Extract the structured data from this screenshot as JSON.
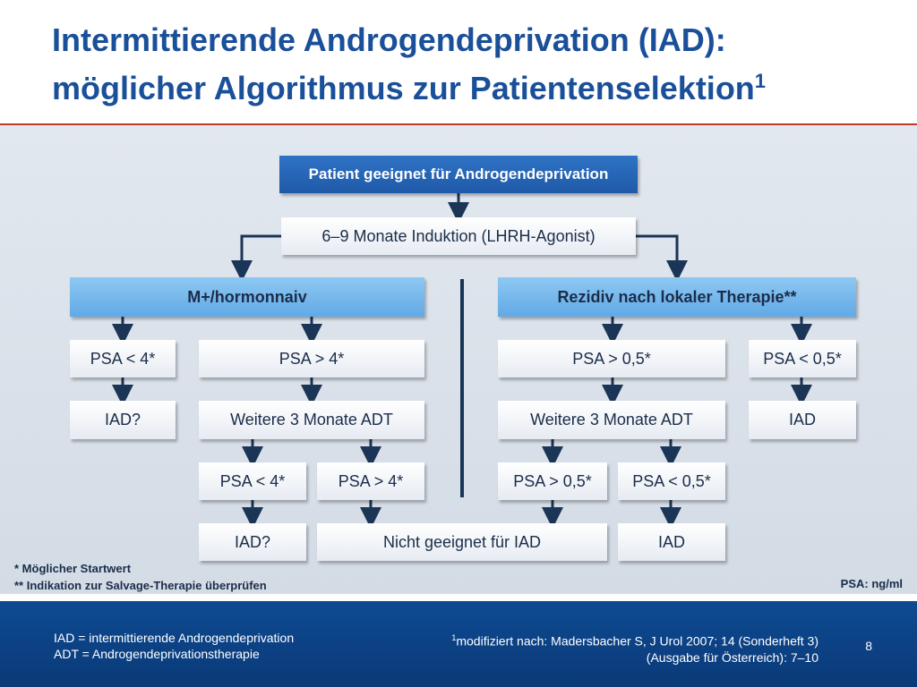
{
  "title": {
    "line1": "Intermittierende Androgendeprivation (IAD):",
    "line2": "möglicher Algorithmus zur Patientenselektion",
    "line2_sup": "1"
  },
  "diagram": {
    "top": "Patient geeignet für Androgendeprivation",
    "induction": "6–9 Monate Induktion (LHRH-Agonist)",
    "left": {
      "header": "M+/hormonnaiv",
      "psa_low": "PSA < 4*",
      "psa_high": "PSA > 4*",
      "iad_q": "IAD?",
      "adt": "Weitere 3 Monate ADT",
      "psa2_low": "PSA < 4*",
      "psa2_high": "PSA > 4*",
      "iad_q2": "IAD?"
    },
    "right": {
      "header": "Rezidiv nach lokaler Therapie**",
      "psa_high": "PSA > 0,5*",
      "psa_low": "PSA < 0,5*",
      "adt": "Weitere 3 Monate ADT",
      "iad": "IAD",
      "psa2_high": "PSA > 0,5*",
      "psa2_low": "PSA < 0,5*",
      "iad2": "IAD"
    },
    "not_suitable": "Nicht geeignet für IAD"
  },
  "notes": {
    "note1": "* Möglicher Startwert",
    "note2": "** Indikation zur Salvage-Therapie überprüfen",
    "unit": "PSA: ng/ml"
  },
  "footer": {
    "abbr1": "IAD = intermittierende Androgendeprivation",
    "abbr2": "ADT = Androgendeprivationstherapie",
    "ref_sup": "1",
    "ref1": "modifiziert nach: Madersbacher S, J Urol 2007; 14 (Sonderheft 3)",
    "ref2": "(Ausgabe für Österreich): 7–10",
    "page": "8"
  },
  "colors": {
    "title": "#1a4f99",
    "arrow": "#1b3556",
    "top_box": "#2169b8",
    "header_box": "#7ab8ee",
    "footer": "#0c4385",
    "rule": "#c0392b"
  }
}
